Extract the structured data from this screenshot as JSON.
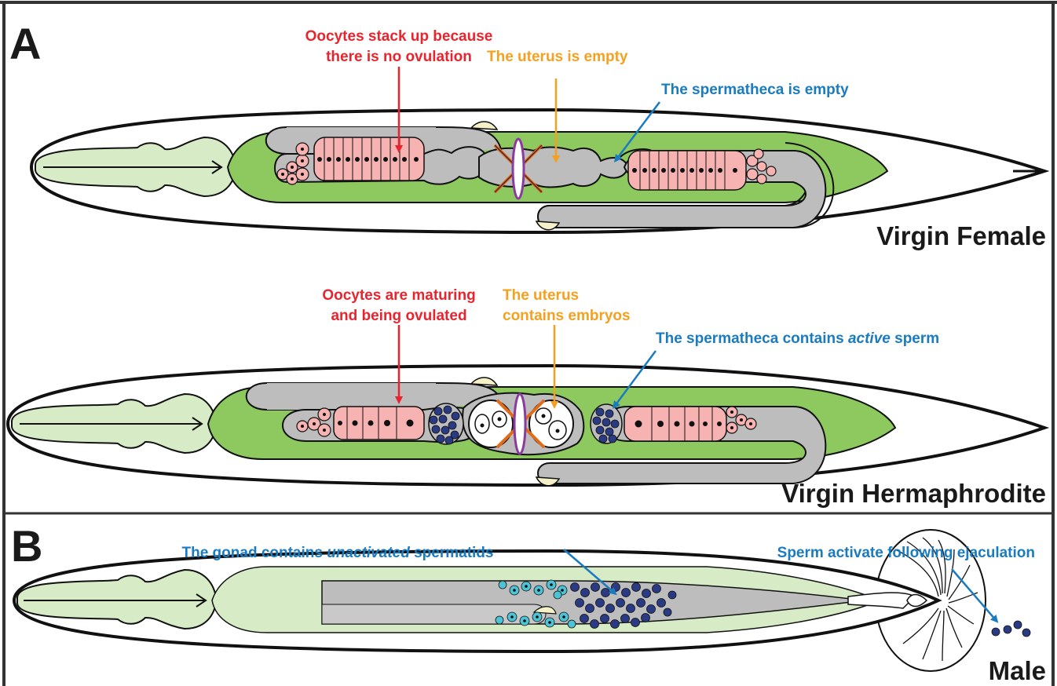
{
  "colors": {
    "red": "#e8252e",
    "orange": "#f4a121",
    "blue": "#1a7bbf",
    "gut_green": "#8dc95f",
    "pharynx_green": "#d6ebc6",
    "gonad_gray": "#bdbdbd",
    "oocyte_pink": "#f6b3b1",
    "sperm_navy": "#2a3b84",
    "spermatid_cyan": "#4fc3d6",
    "vulva_purple": "#8b3a9e",
    "muscle_orange": "#e06b1b"
  },
  "panel_a": {
    "letter": "A",
    "female": {
      "title": "Virgin Female",
      "oocyte_label_line1": "Oocytes stack up because",
      "oocyte_label_line2": "there is no ovulation",
      "uterus_label": "The uterus is empty",
      "spermatheca_label": "The spermatheca is empty"
    },
    "hermaphrodite": {
      "title": "Virgin Hermaphrodite",
      "oocyte_label_line1": "Oocytes are maturing",
      "oocyte_label_line2": "and being ovulated",
      "uterus_label_line1": "The uterus",
      "uterus_label_line2": "contains embryos",
      "spermatheca_label_pre": "The spermatheca contains ",
      "spermatheca_label_em": "active",
      "spermatheca_label_post": " sperm"
    }
  },
  "panel_b": {
    "letter": "B",
    "title": "Male",
    "gonad_label_pre": "The gonad contains ",
    "gonad_label_em": "unactivated",
    "gonad_label_post": " spermatids",
    "ejaculation_label": "Sperm activate following ejaculation"
  }
}
